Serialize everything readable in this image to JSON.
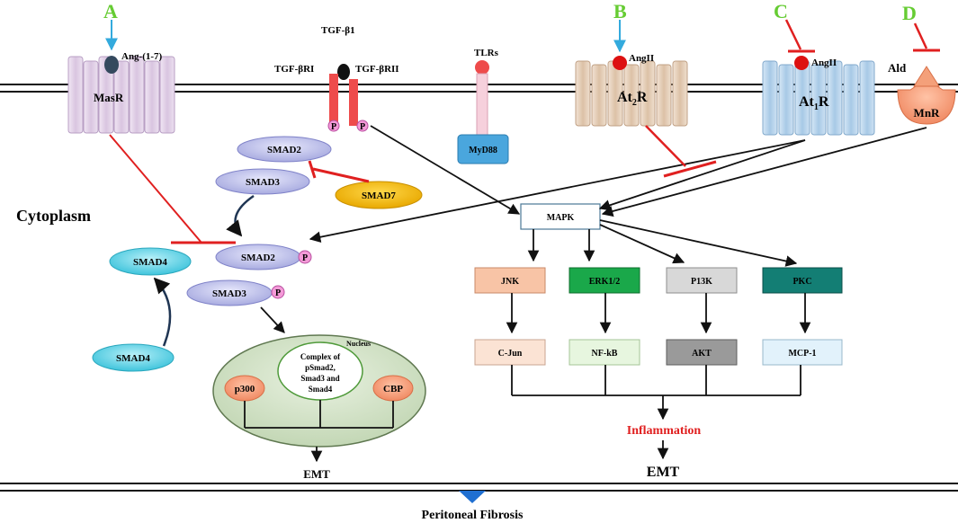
{
  "labels": {
    "A": "A",
    "B": "B",
    "C": "C",
    "D": "D",
    "ang17": "Ang-(1-7)",
    "masr": "MasR",
    "tgfb1": "TGF-β1",
    "tgfbri": "TGF-βRI",
    "tgfbrii": "TGF-βRII",
    "tlrs": "TLRs",
    "myd88": "MyD88",
    "angii_at2": "AngII",
    "at2r_base": "At",
    "at2r_sub": "2",
    "at2r_end": "R",
    "angii_at1": "AngII",
    "at1r_base": "At",
    "at1r_sub": "1",
    "at1r_end": "R",
    "ald": "Ald",
    "mnr": "MnR",
    "p": "P",
    "smad2_top": "SMAD2",
    "smad3_top": "SMAD3",
    "smad7": "SMAD7",
    "cytoplasm": "Cytoplasm",
    "smad4_a": "SMAD4",
    "smad2_mid": "SMAD2",
    "smad3_mid": "SMAD3",
    "smad4_b": "SMAD4",
    "nucleus": "Nucleus",
    "complex_1": "Complex of",
    "complex_2": "pSmad2,",
    "complex_3": "Smad3 and",
    "complex_4": "Smad4",
    "p300": "p300",
    "cbp": "CBP",
    "emt_left": "EMT",
    "mapk": "MAPK",
    "jnk": "JNK",
    "erk": "ERK1/2",
    "p13k": "P13K",
    "pkc": "PKC",
    "cjun": "C-Jun",
    "nfkb": "NF-kB",
    "akt": "AKT",
    "mcp1": "MCP-1",
    "inflammation": "Inflammation",
    "emt_right": "EMT",
    "peritoneal": "Peritoneal Fibrosis"
  },
  "colors": {
    "letter": "#66cc33",
    "inhibit": "#e02020",
    "arrow_blue": "#33aadd",
    "inflammation": "#e02020",
    "masr": "#e4d4ea",
    "at2r": "#e8d3bf",
    "at1r": "#bcd8ee",
    "smad": "#c7c9f0",
    "smad7": "#f2bb00",
    "smad4": "#6fd8ea",
    "nucleus": "#d7e6cc",
    "jnk": "#f8c4a6",
    "erk": "#1aa84a",
    "p13k": "#d8d8d8",
    "pkc": "#137e74",
    "cjun": "#fbe3d4",
    "nfkb": "#e7f6df",
    "akt": "#9a9a9a",
    "mcp1": "#e2f2fb"
  }
}
